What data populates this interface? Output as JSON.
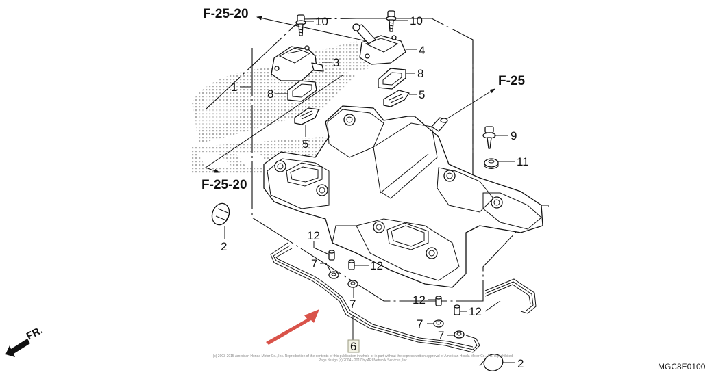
{
  "diagram": {
    "title": "Cylinder head cover exploded parts diagram",
    "code": "MGC8E0100",
    "copyright_lines": [
      "(c) 2003-2015 American Honda Motor Co., Inc. Reproduction of the contents of this publication in whole or in part without the express written approval of American Honda Motor Co., Inc. is prohibited.",
      "Page design (c) 2004 - 2017 by ARI Network Services, Inc."
    ],
    "front_indicator": "FR.",
    "highlight_arrow_color": "#d9534a",
    "references": [
      {
        "id": "ref-top-left",
        "label": "F-25-20"
      },
      {
        "id": "ref-left",
        "label": "F-25-20"
      },
      {
        "id": "ref-right",
        "label": "F-25"
      }
    ],
    "callouts": {
      "c1": "1",
      "c2_left": "2",
      "c2_right": "2",
      "c3": "3",
      "c4": "4",
      "c5_left": "5",
      "c5_right": "5",
      "c6": "6",
      "c7_a": "7",
      "c7_b": "7",
      "c7_c": "7",
      "c7_d": "7",
      "c8_left": "8",
      "c8_right": "8",
      "c9": "9",
      "c10_left": "10",
      "c10_right": "10",
      "c11": "11",
      "c12_a": "12",
      "c12_b": "12",
      "c12_c": "12",
      "c12_d": "12"
    },
    "highlighted_part": "6"
  }
}
